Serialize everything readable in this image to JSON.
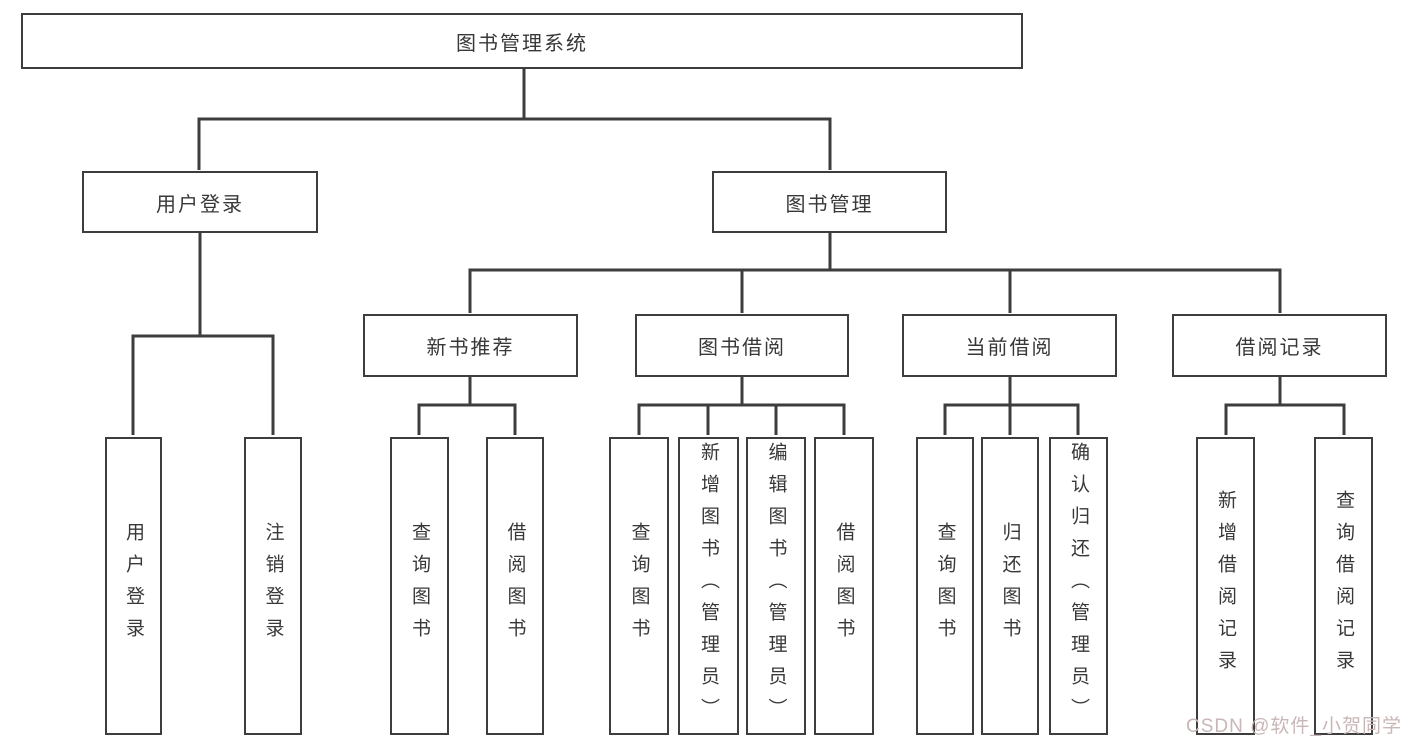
{
  "page": {
    "background": "#ffffff",
    "line_color": "#3d3d3d",
    "text_color": "#383838"
  },
  "tree": {
    "root": {
      "label": "图书管理系统"
    },
    "branches": [
      {
        "label": "用户登录",
        "children": [
          {
            "label": "用户登录"
          },
          {
            "label": "注销登录"
          }
        ]
      },
      {
        "label": "图书管理",
        "children": [
          {
            "label": "新书推荐",
            "children": [
              {
                "label": "查询图书"
              },
              {
                "label": "借阅图书"
              }
            ]
          },
          {
            "label": "图书借阅",
            "children": [
              {
                "label": "查询图书"
              },
              {
                "label": "新增图书（管理员）"
              },
              {
                "label": "编辑图书（管理员）"
              },
              {
                "label": "借阅图书"
              }
            ]
          },
          {
            "label": "当前借阅",
            "children": [
              {
                "label": "查询图书"
              },
              {
                "label": "归还图书"
              },
              {
                "label": "确认归还（管理员）"
              }
            ]
          },
          {
            "label": "借阅记录",
            "children": [
              {
                "label": "新增借阅记录"
              },
              {
                "label": "查询借阅记录"
              }
            ]
          }
        ]
      }
    ]
  },
  "watermark": {
    "text": "CSDN @软件_小贺同学",
    "color": "#c9b6b6"
  }
}
